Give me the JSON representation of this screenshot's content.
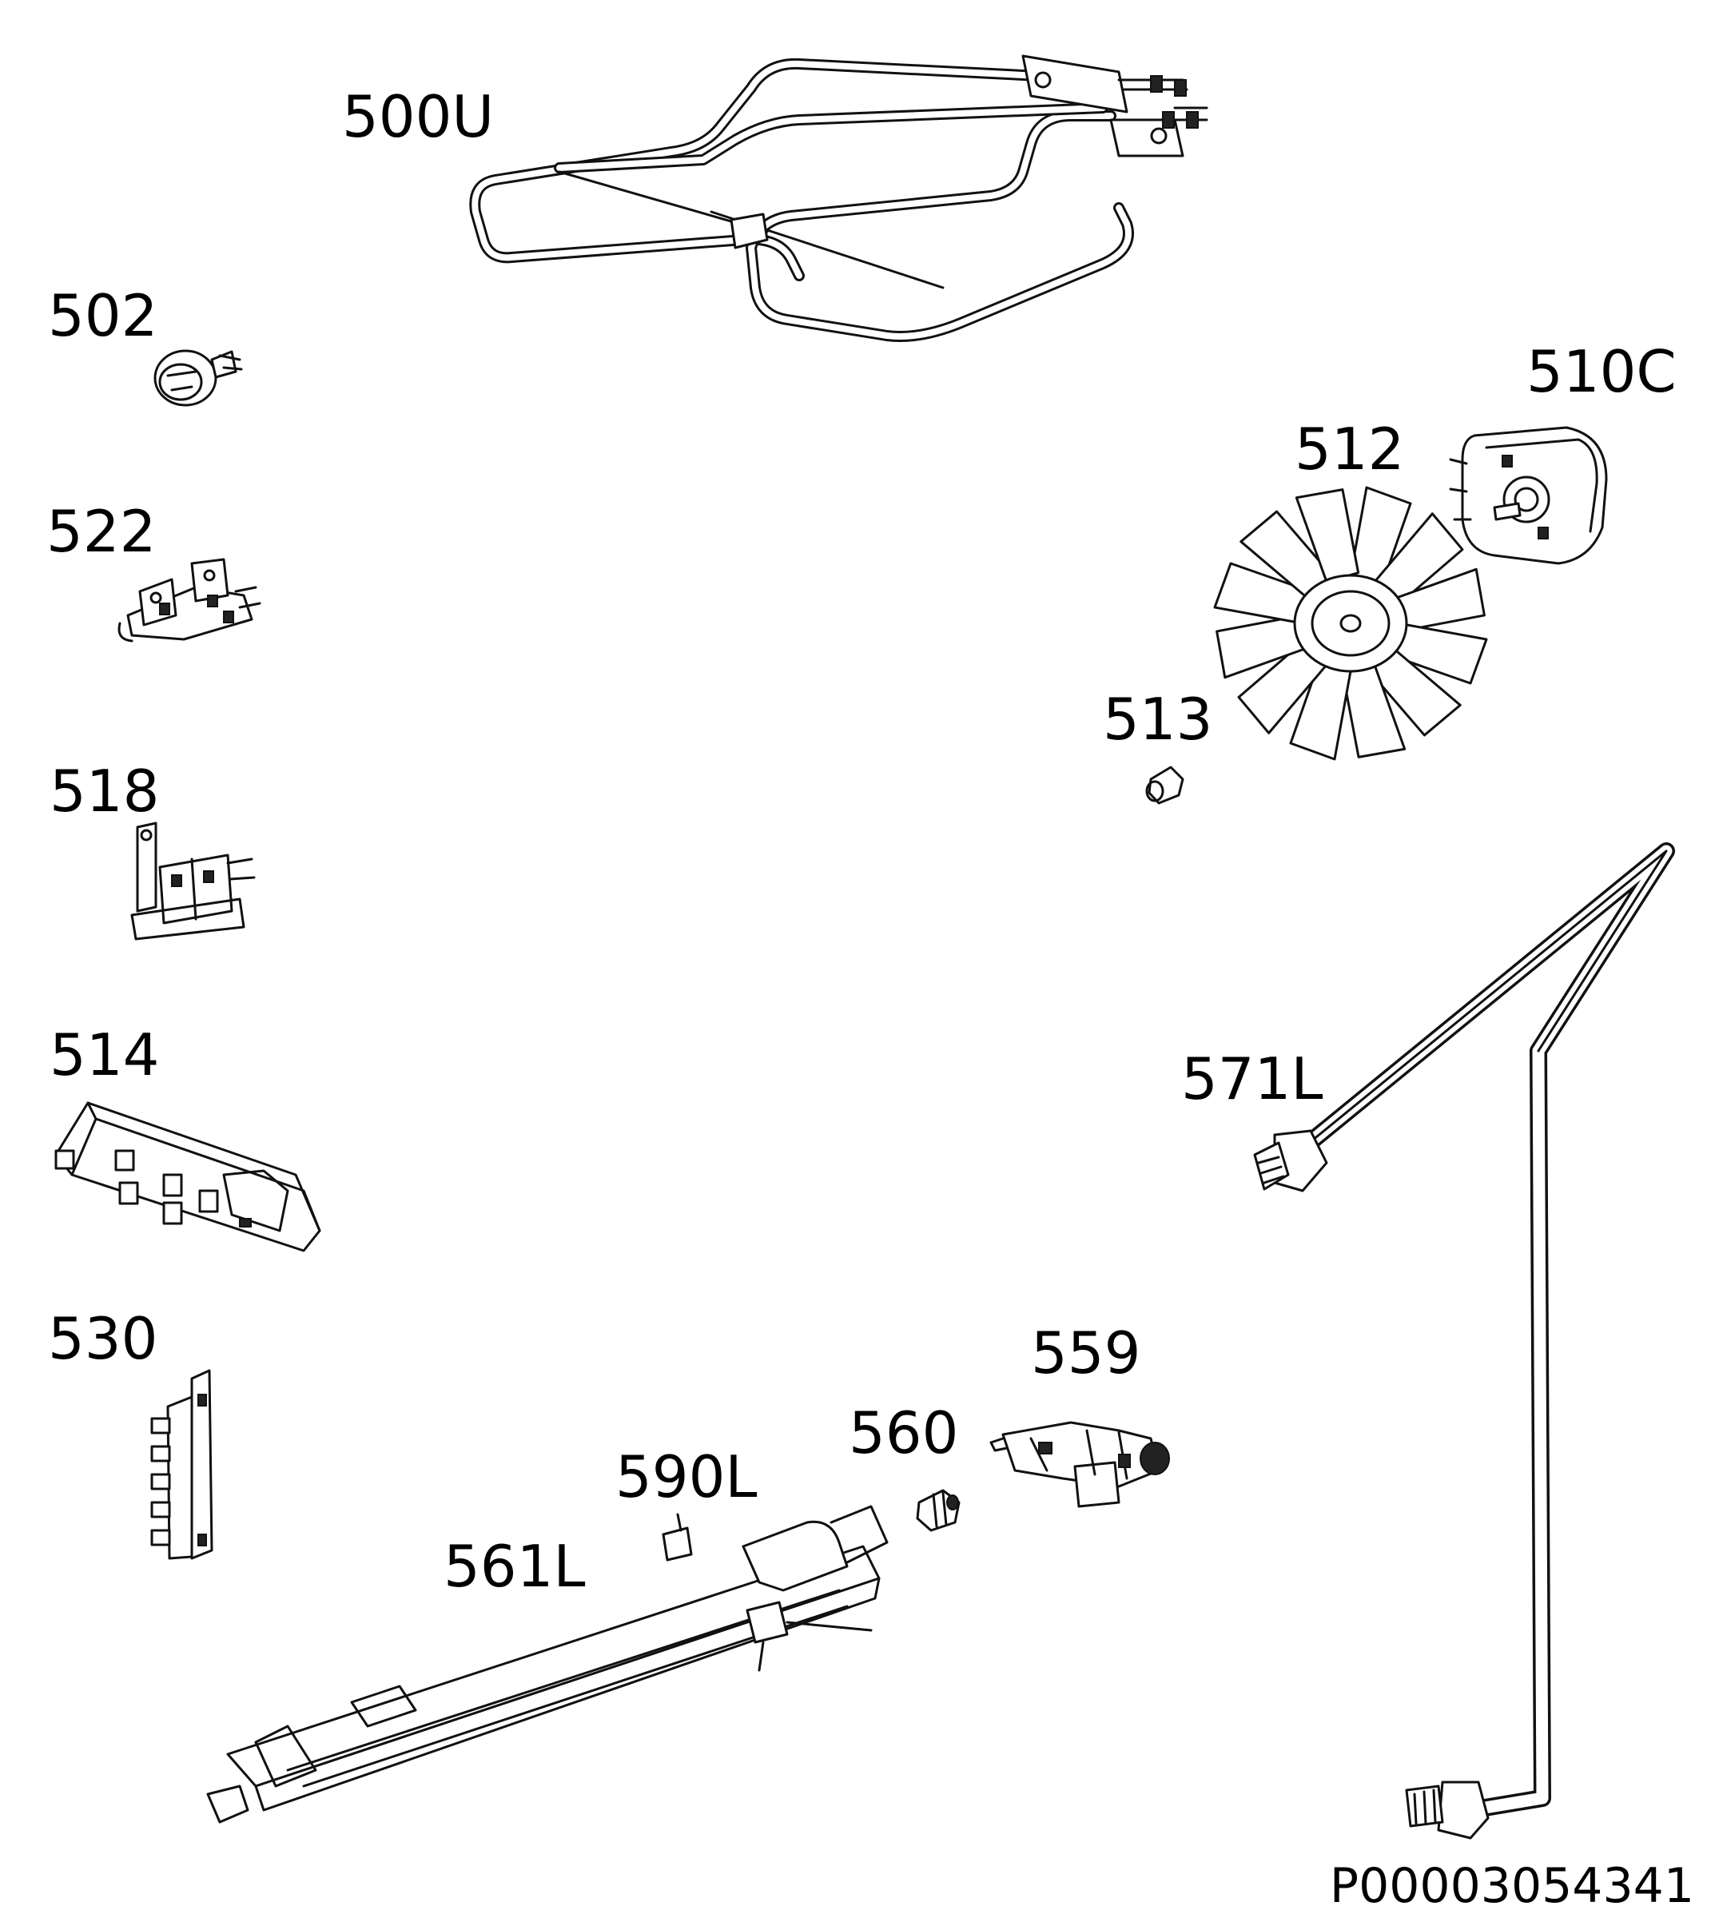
{
  "parts": [
    {
      "id": "500U",
      "label": "500U"
    },
    {
      "id": "502",
      "label": "502"
    },
    {
      "id": "510C",
      "label": "510C"
    },
    {
      "id": "512",
      "label": "512"
    },
    {
      "id": "513",
      "label": "513"
    },
    {
      "id": "514",
      "label": "514"
    },
    {
      "id": "518",
      "label": "518"
    },
    {
      "id": "522",
      "label": "522"
    },
    {
      "id": "530",
      "label": "530"
    },
    {
      "id": "559",
      "label": "559"
    },
    {
      "id": "560",
      "label": "560"
    },
    {
      "id": "561L",
      "label": "561L"
    },
    {
      "id": "571L",
      "label": "571L"
    },
    {
      "id": "590L",
      "label": "590L"
    }
  ],
  "document_id": "P00003054341"
}
